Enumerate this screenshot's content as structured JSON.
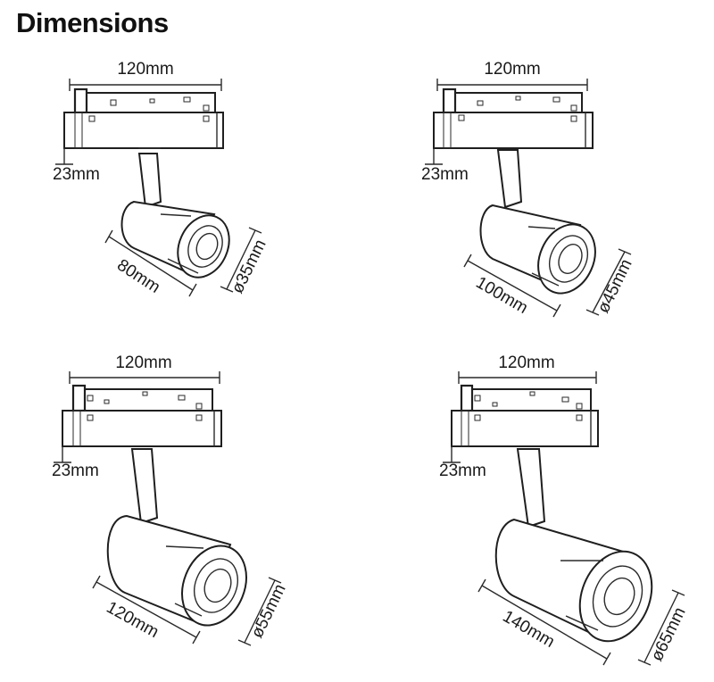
{
  "title": "Dimensions",
  "units": [
    {
      "track_width": "120mm",
      "adapter_height": "23mm",
      "body_length": "80mm",
      "diameter": "ø35mm"
    },
    {
      "track_width": "120mm",
      "adapter_height": "23mm",
      "body_length": "100mm",
      "diameter": "ø45mm"
    },
    {
      "track_width": "120mm",
      "adapter_height": "23mm",
      "body_length": "120mm",
      "diameter": "ø55mm"
    },
    {
      "track_width": "120mm",
      "adapter_height": "23mm",
      "body_length": "140mm",
      "diameter": "ø65mm"
    }
  ]
}
